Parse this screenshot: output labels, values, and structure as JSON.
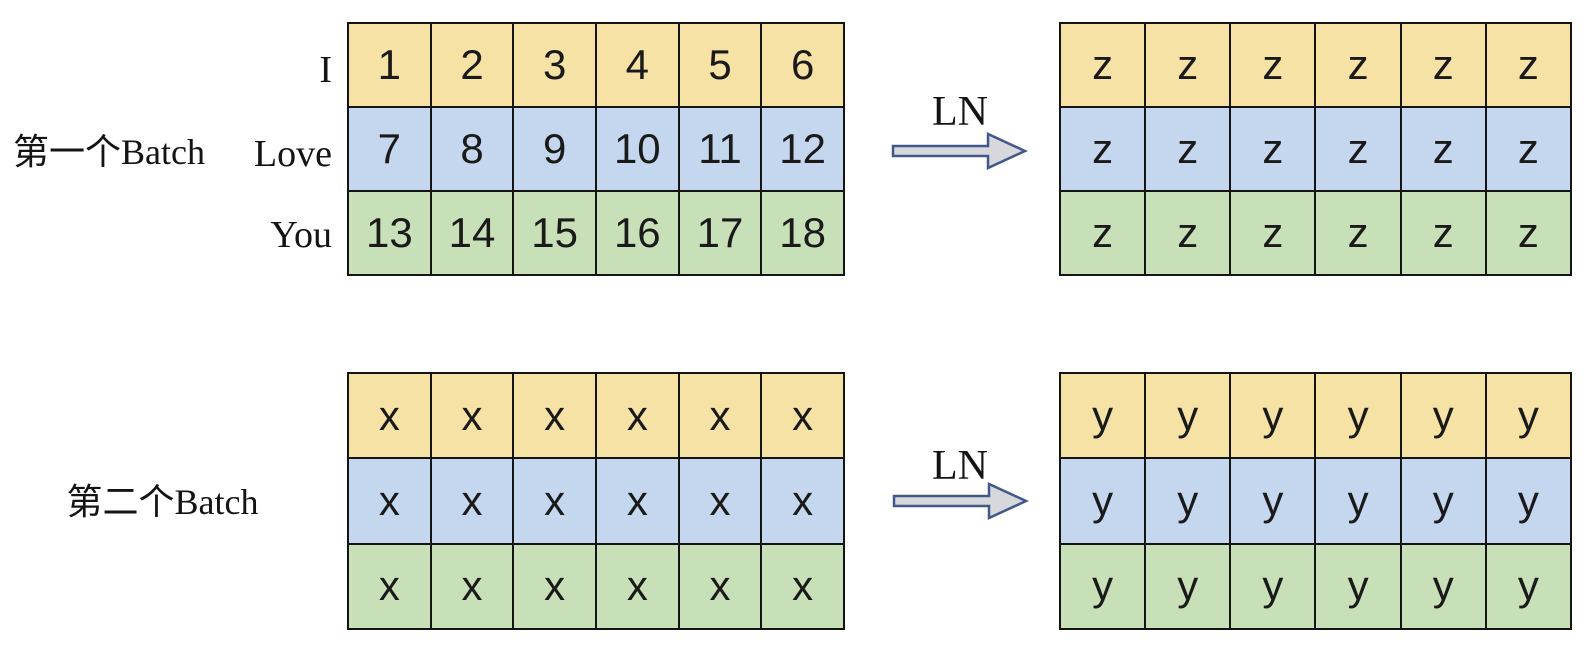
{
  "colors": {
    "row_yellow": "#F6E2A4",
    "row_blue": "#C4D7EE",
    "row_green": "#C8E0B8",
    "grid_line": "#141414",
    "arrow_fill": "#D6D8DB",
    "arrow_stroke": "#41588A"
  },
  "batches": [
    {
      "label": "第一个Batch",
      "row_labels": [
        "I",
        "Love",
        "You"
      ],
      "operator": "LN",
      "input_grid": [
        [
          "1",
          "2",
          "3",
          "4",
          "5",
          "6"
        ],
        [
          "7",
          "8",
          "9",
          "10",
          "11",
          "12"
        ],
        [
          "13",
          "14",
          "15",
          "16",
          "17",
          "18"
        ]
      ],
      "output_grid": [
        [
          "z",
          "z",
          "z",
          "z",
          "z",
          "z"
        ],
        [
          "z",
          "z",
          "z",
          "z",
          "z",
          "z"
        ],
        [
          "z",
          "z",
          "z",
          "z",
          "z",
          "z"
        ]
      ]
    },
    {
      "label": "第二个Batch",
      "operator": "LN",
      "input_grid": [
        [
          "x",
          "x",
          "x",
          "x",
          "x",
          "x"
        ],
        [
          "x",
          "x",
          "x",
          "x",
          "x",
          "x"
        ],
        [
          "x",
          "x",
          "x",
          "x",
          "x",
          "x"
        ]
      ],
      "output_grid": [
        [
          "y",
          "y",
          "y",
          "y",
          "y",
          "y"
        ],
        [
          "y",
          "y",
          "y",
          "y",
          "y",
          "y"
        ],
        [
          "y",
          "y",
          "y",
          "y",
          "y",
          "y"
        ]
      ]
    }
  ]
}
